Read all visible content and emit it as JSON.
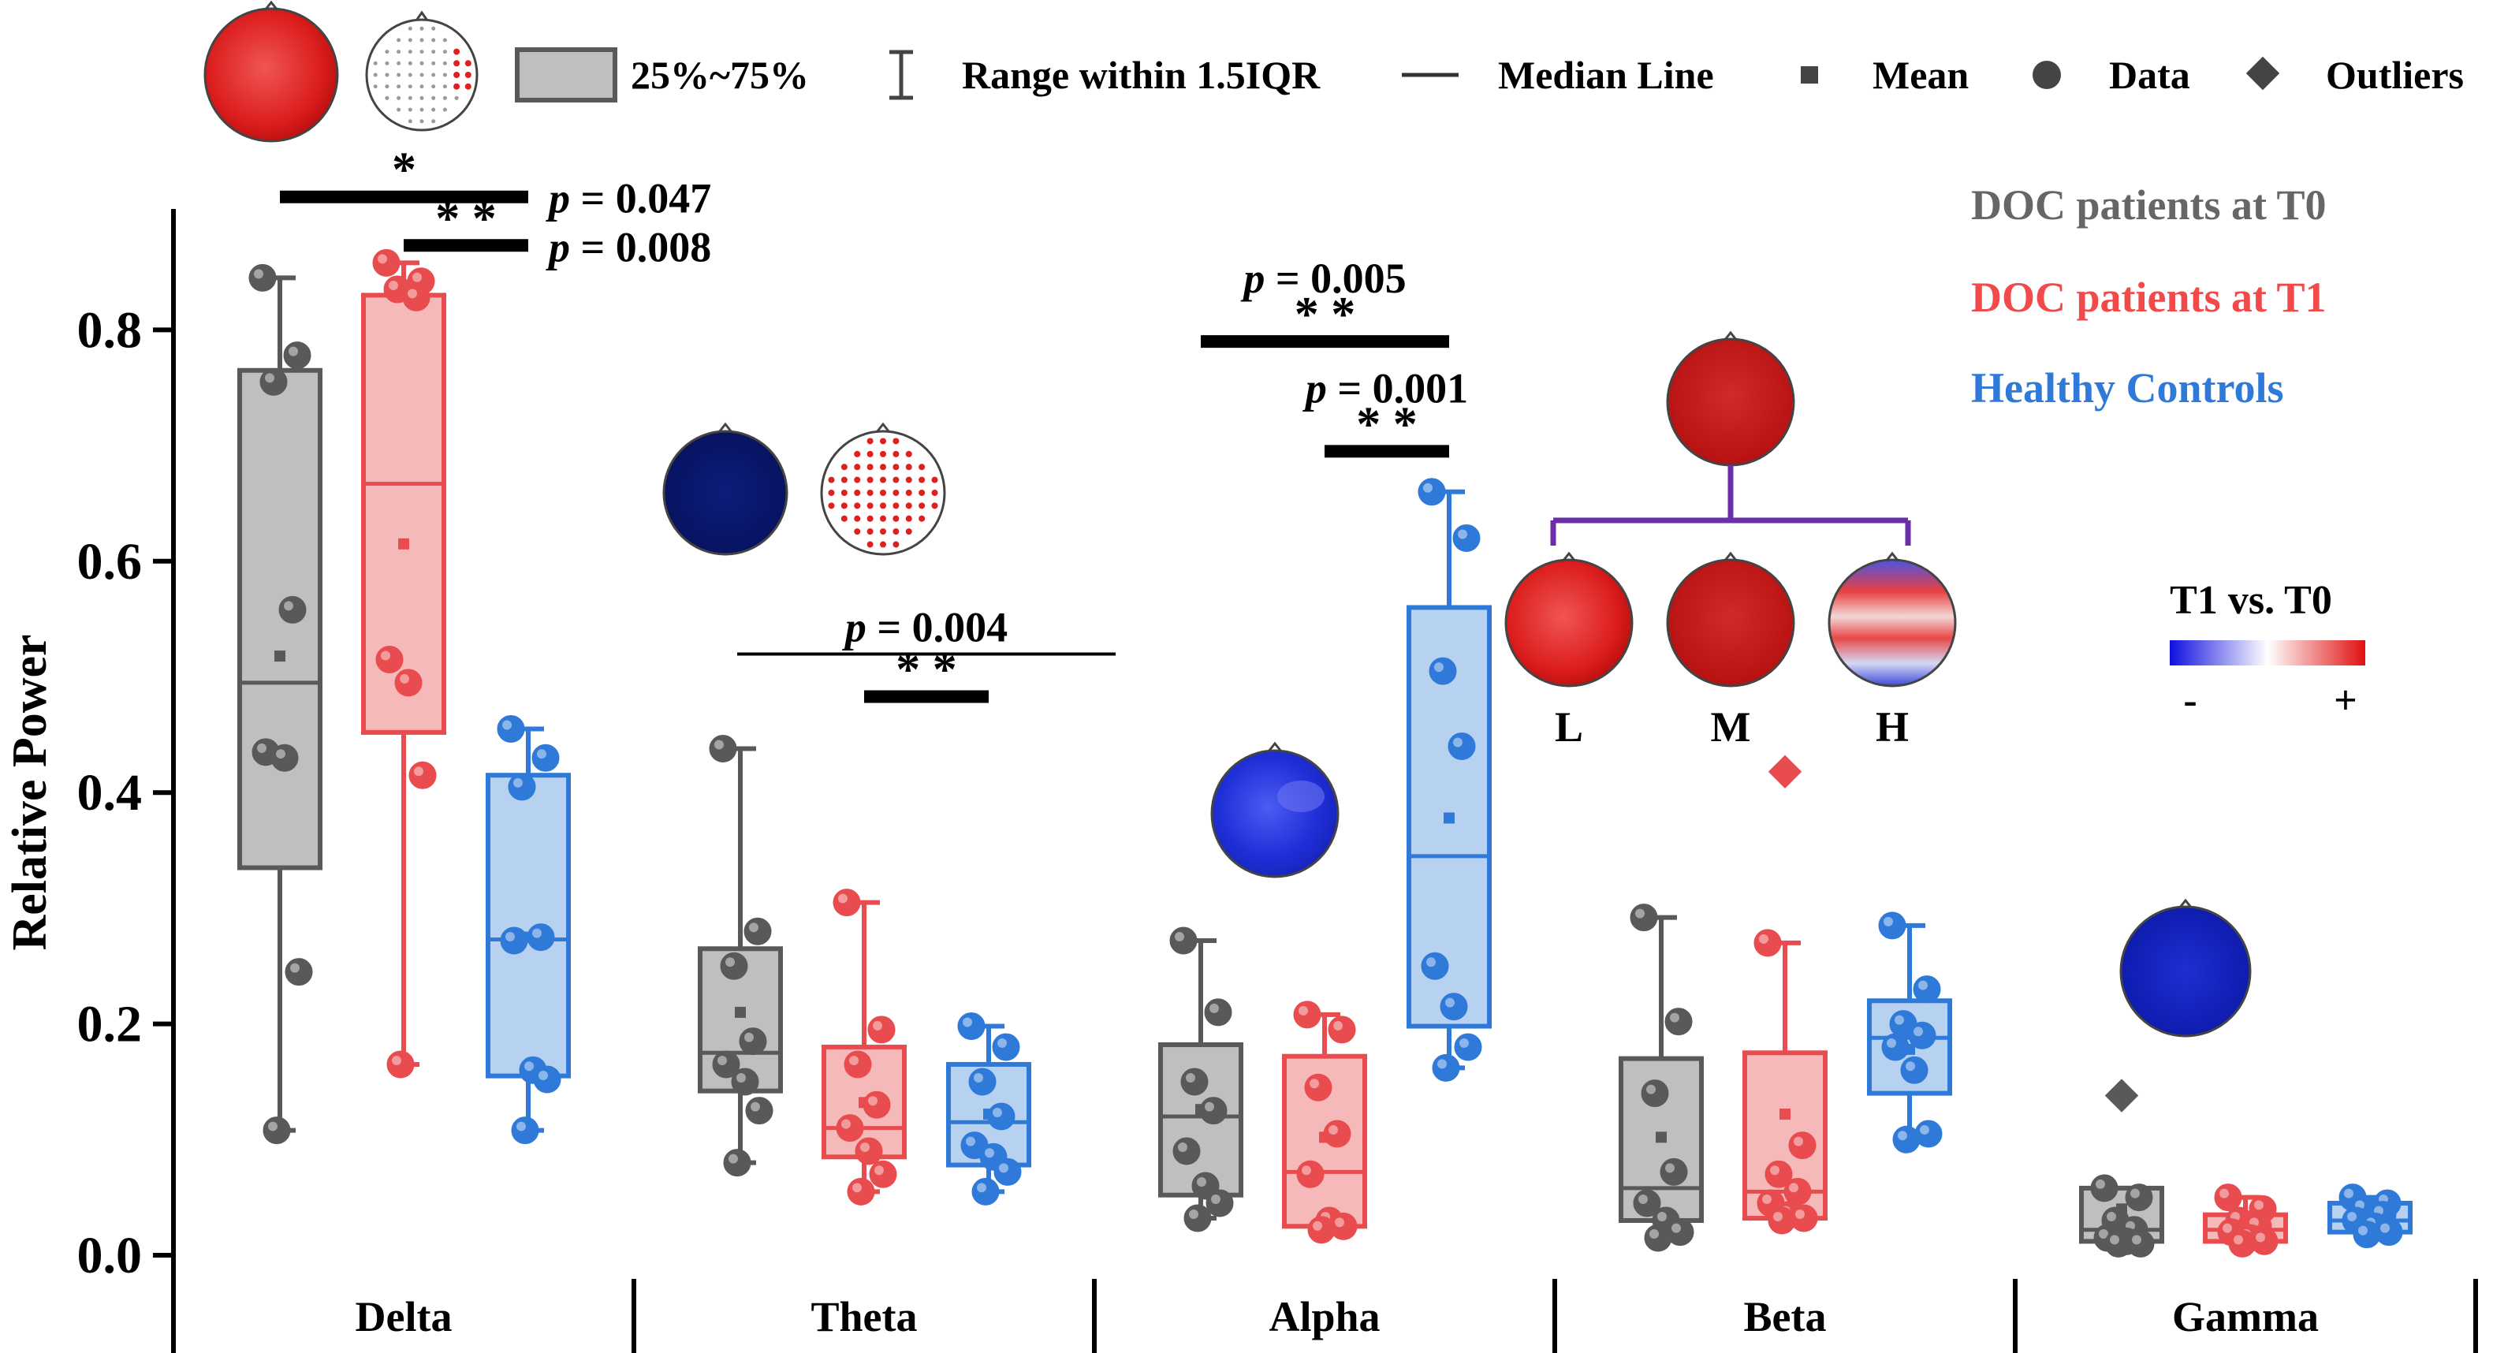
{
  "chart_data": {
    "type": "box",
    "ylabel": "Relative Power",
    "xlabel": "",
    "ylim": [
      -0.01,
      0.9
    ],
    "yticks": [
      "0.0",
      "0.2",
      "0.4",
      "0.6",
      "0.8"
    ],
    "grid": false,
    "categories": [
      "Delta",
      "Theta",
      "Alpha",
      "Beta",
      "Gamma"
    ],
    "legend_items": [
      "25%~75%",
      "Range within 1.5IQR",
      "Median Line",
      "Mean",
      "Data",
      "Outliers"
    ],
    "series": [
      {
        "name": "DOC patients at T0",
        "color": "#595959",
        "fill": "#bfbfbf",
        "boxes": [
          {
            "q1": 0.335,
            "median": 0.495,
            "q3": 0.765,
            "whisker_low": 0.108,
            "whisker_high": 0.845,
            "mean": 0.518,
            "points": [
              0.845,
              0.778,
              0.755,
              0.558,
              0.435,
              0.43,
              0.245,
              0.108
            ],
            "outliers": []
          },
          {
            "q1": 0.142,
            "median": 0.175,
            "q3": 0.265,
            "whisker_low": 0.08,
            "whisker_high": 0.438,
            "mean": 0.21,
            "points": [
              0.438,
              0.28,
              0.25,
              0.185,
              0.165,
              0.15,
              0.125,
              0.08
            ],
            "outliers": []
          },
          {
            "q1": 0.052,
            "median": 0.12,
            "q3": 0.182,
            "whisker_low": 0.032,
            "whisker_high": 0.272,
            "mean": 0.126,
            "points": [
              0.272,
              0.21,
              0.15,
              0.125,
              0.09,
              0.06,
              0.045,
              0.032
            ],
            "outliers": []
          },
          {
            "q1": 0.03,
            "median": 0.058,
            "q3": 0.17,
            "whisker_low": 0.015,
            "whisker_high": 0.292,
            "mean": 0.102,
            "points": [
              0.292,
              0.202,
              0.14,
              0.072,
              0.045,
              0.03,
              0.02,
              0.015
            ],
            "outliers": []
          },
          {
            "q1": 0.012,
            "median": 0.022,
            "q3": 0.058,
            "whisker_low": 0.01,
            "whisker_high": 0.058,
            "mean": 0.04,
            "points": [
              0.058,
              0.05,
              0.03,
              0.022,
              0.015,
              0.012,
              0.01,
              0.01
            ],
            "outliers": [
              0.138
            ]
          }
        ]
      },
      {
        "name": "DOC patients at T1",
        "color": "#e84c4f",
        "fill": "#f6b9ba",
        "boxes": [
          {
            "q1": 0.452,
            "median": 0.667,
            "q3": 0.83,
            "whisker_low": 0.165,
            "whisker_high": 0.858,
            "mean": 0.615,
            "points": [
              0.858,
              0.842,
              0.835,
              0.828,
              0.515,
              0.495,
              0.415,
              0.165
            ],
            "outliers": []
          },
          {
            "q1": 0.085,
            "median": 0.11,
            "q3": 0.18,
            "whisker_low": 0.055,
            "whisker_high": 0.305,
            "mean": 0.132,
            "points": [
              0.305,
              0.195,
              0.165,
              0.13,
              0.11,
              0.09,
              0.07,
              0.055
            ],
            "outliers": []
          },
          {
            "q1": 0.025,
            "median": 0.072,
            "q3": 0.172,
            "whisker_low": 0.022,
            "whisker_high": 0.208,
            "mean": 0.102,
            "points": [
              0.208,
              0.195,
              0.145,
              0.105,
              0.07,
              0.03,
              0.025,
              0.022
            ],
            "outliers": []
          },
          {
            "q1": 0.032,
            "median": 0.055,
            "q3": 0.175,
            "whisker_low": 0.03,
            "whisker_high": 0.27,
            "mean": 0.122,
            "points": [
              0.27,
              0.095,
              0.07,
              0.055,
              0.045,
              0.035,
              0.032,
              0.03
            ],
            "outliers": [
              0.418
            ]
          },
          {
            "q1": 0.012,
            "median": 0.022,
            "q3": 0.035,
            "whisker_low": 0.01,
            "whisker_high": 0.05,
            "mean": 0.025,
            "points": [
              0.05,
              0.04,
              0.03,
              0.025,
              0.02,
              0.015,
              0.012,
              0.01
            ],
            "outliers": []
          }
        ]
      },
      {
        "name": "Healthy Controls",
        "color": "#2f7ad9",
        "fill": "#b7d1f1",
        "boxes": [
          {
            "q1": 0.155,
            "median": 0.273,
            "q3": 0.415,
            "whisker_low": 0.108,
            "whisker_high": 0.455,
            "mean": 0.275,
            "points": [
              0.455,
              0.43,
              0.405,
              0.275,
              0.272,
              0.16,
              0.152,
              0.108
            ],
            "outliers": []
          },
          {
            "q1": 0.078,
            "median": 0.115,
            "q3": 0.165,
            "whisker_low": 0.055,
            "whisker_high": 0.198,
            "mean": 0.122,
            "points": [
              0.198,
              0.18,
              0.15,
              0.12,
              0.095,
              0.085,
              0.072,
              0.055
            ],
            "outliers": []
          },
          {
            "q1": 0.198,
            "median": 0.345,
            "q3": 0.56,
            "whisker_low": 0.162,
            "whisker_high": 0.66,
            "mean": 0.378,
            "points": [
              0.66,
              0.62,
              0.505,
              0.44,
              0.25,
              0.215,
              0.18,
              0.162
            ],
            "outliers": []
          },
          {
            "q1": 0.14,
            "median": 0.188,
            "q3": 0.22,
            "whisker_low": 0.1,
            "whisker_high": 0.285,
            "mean": 0.178,
            "points": [
              0.285,
              0.23,
              0.2,
              0.19,
              0.18,
              0.16,
              0.105,
              0.1
            ],
            "outliers": []
          },
          {
            "q1": 0.02,
            "median": 0.03,
            "q3": 0.045,
            "whisker_low": 0.018,
            "whisker_high": 0.05,
            "mean": 0.033,
            "points": [
              0.05,
              0.045,
              0.04,
              0.035,
              0.03,
              0.025,
              0.02,
              0.018
            ],
            "outliers": []
          }
        ]
      }
    ],
    "significance": [
      {
        "category": "Delta",
        "from": 0,
        "to": 2,
        "level": 0.915,
        "stars": "*",
        "p": "= 0.047"
      },
      {
        "category": "Delta",
        "from": 1,
        "to": 2,
        "level": 0.873,
        "stars": "* *",
        "p": "= 0.008"
      },
      {
        "category": "Theta",
        "from": 1,
        "to": 2,
        "level": 0.483,
        "stars": "* *",
        "p": "= 0.004"
      },
      {
        "category": "Alpha",
        "from": 0,
        "to": 2,
        "level": 0.79,
        "stars": "* *",
        "p": "= 0.005"
      },
      {
        "category": "Alpha",
        "from": 1,
        "to": 2,
        "level": 0.695,
        "stars": "* *",
        "p": "= 0.001"
      }
    ],
    "p_symbol": "p",
    "topomaps": {
      "beta_levels": [
        "L",
        "M",
        "H"
      ],
      "colorbar_title": "T1 vs. T0",
      "colorbar_minus": "-",
      "colorbar_plus": "+"
    },
    "legend_placement": "top"
  }
}
